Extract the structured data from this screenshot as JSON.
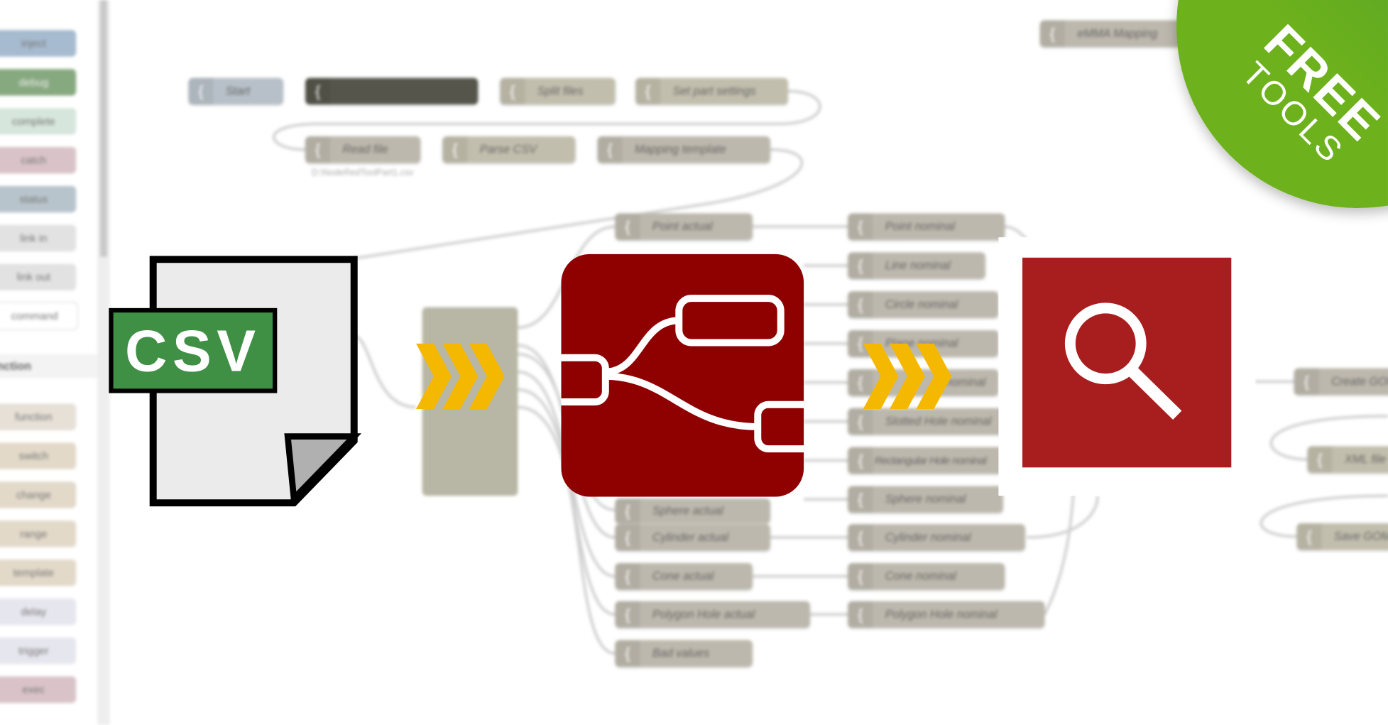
{
  "palette": {
    "items": [
      {
        "label": "inject",
        "color": "#a6bbcf"
      },
      {
        "label": "debug",
        "color": "#87a980"
      },
      {
        "label": "complete",
        "color": "#c0deed"
      },
      {
        "label": "catch",
        "color": "#e2d96e"
      },
      {
        "label": "status",
        "color": "#94c1d0"
      },
      {
        "label": "link in",
        "color": "#dddddd"
      },
      {
        "label": "link out",
        "color": "#dddddd"
      },
      {
        "label": "command",
        "color": "#ffffff"
      }
    ],
    "section": "function",
    "items2": [
      {
        "label": "function"
      },
      {
        "label": "switch"
      },
      {
        "label": "change"
      },
      {
        "label": "range"
      },
      {
        "label": "template"
      },
      {
        "label": "delay"
      },
      {
        "label": "trigger"
      },
      {
        "label": "exec"
      }
    ]
  },
  "flow": {
    "row1": [
      "Start",
      "",
      "Split files",
      "Set part settings"
    ],
    "row2": [
      "Read file",
      "Parse CSV",
      "Mapping template"
    ],
    "caption": "D:\\NodeRedToolPart1.csv",
    "top_right": "eMMA Mapping",
    "actual": [
      "Point actual",
      "Sphere actual",
      "Cylinder actual",
      "Cone actual",
      "Polygon Hole actual",
      "Bad values"
    ],
    "nominal": [
      "Point nominal",
      "Line nominal",
      "Circle nominal",
      "Plane nominal",
      "nominal",
      "Slotted Hole nominal",
      "Rectangular Hole nominal",
      "Sphere nominal",
      "Cylinder nominal",
      "Cone nominal",
      "Polygon Hole nominal"
    ],
    "right": [
      "Create GOM",
      "XML file",
      "Save GOM"
    ]
  },
  "csv_label": "CSV",
  "badge": {
    "line1": "FREE",
    "line2": "TOOLS"
  },
  "colors": {
    "csv_green": "#3f8f45",
    "chevron": "#f5b800",
    "nodered": "#8f0000",
    "inspect_red": "#a81e1e",
    "badge_green": "#6db21c"
  }
}
